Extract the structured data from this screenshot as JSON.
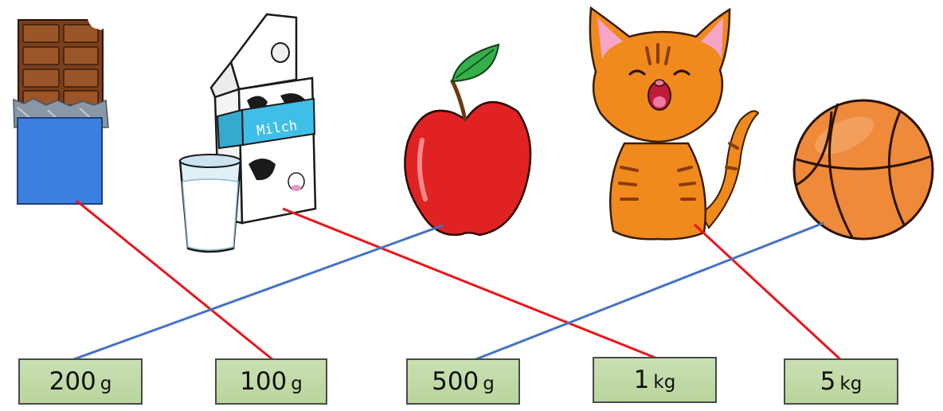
{
  "items": [
    {
      "name": "chocolate-bar",
      "depicts": "chocolate bar"
    },
    {
      "name": "milk-carton",
      "depicts": "milk carton with glass of milk",
      "carton_text": "Milch"
    },
    {
      "name": "apple",
      "depicts": "red apple"
    },
    {
      "name": "cat",
      "depicts": "orange cat"
    },
    {
      "name": "basketball",
      "depicts": "basketball"
    }
  ],
  "weights": [
    {
      "value": "200",
      "unit": "g"
    },
    {
      "value": "100",
      "unit": "g"
    },
    {
      "value": "500",
      "unit": "g"
    },
    {
      "value": "1",
      "unit": "kg"
    },
    {
      "value": "5",
      "unit": "kg"
    }
  ],
  "connections": [
    {
      "item": "chocolate-bar",
      "weight": "100 g",
      "color": "#e8161b"
    },
    {
      "item": "milk-carton",
      "weight": "1 kg",
      "color": "#e8161b"
    },
    {
      "item": "apple",
      "weight": "200 g",
      "color": "#4472c4"
    },
    {
      "item": "cat",
      "weight": "5 kg",
      "color": "#e8161b"
    },
    {
      "item": "basketball",
      "weight": "500 g",
      "color": "#4472c4"
    }
  ],
  "colors": {
    "label_fill": "#c5ddb0",
    "label_border": "#4a4a4a",
    "red_line": "#e8161b",
    "blue_line": "#4472c4"
  }
}
